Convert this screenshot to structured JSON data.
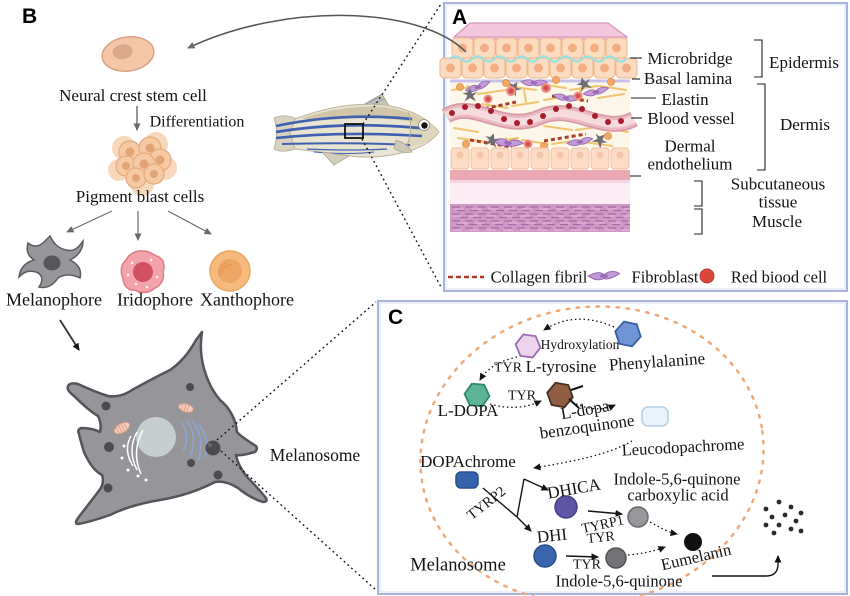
{
  "panel_a": {
    "letter": "A",
    "labels": {
      "microbridge": "Microbridge",
      "basal_lamina": "Basal lamina",
      "epidermis": "Epidermis",
      "elastin": "Elastin",
      "blood_vessel": "Blood vessel",
      "dermal_endothelium": "Dermal endothelium",
      "dermis": "Dermis",
      "subcutaneous_tissue": "Subcutaneous tissue",
      "muscle": "Muscle"
    },
    "legend": {
      "collagen_fibril": "Collagen fibril",
      "fibroblast": "Fibroblast",
      "red_blood_cell": "Red biood cell"
    }
  },
  "panel_b": {
    "letter": "B",
    "neural_crest_stem_cell": "Neural crest stem cell",
    "differentiation": "Differentiation",
    "pigment_blast_cells": "Pigment blast cells",
    "melanophore": "Melanophore",
    "iridophore": "Iridophore",
    "xanthophore": "Xanthophore",
    "melanosome": "Melanosome"
  },
  "panel_c": {
    "letter": "C",
    "phenylalanine": "Phenylalanine",
    "hydroxylation": "Hydroxylation",
    "l_tyrosine": "L-tyrosine",
    "tyr": "TYR",
    "l_dopa": "L-DOPA",
    "l_dopa_benzoquinone_1": "L-dopa",
    "l_dopa_benzoquinone_2": "benzoquinone",
    "leucodopachrome": "Leucodopachrome",
    "dopachrome": "DOPAchrome",
    "tyrp2": "TYRP2",
    "dhica": "DHICA",
    "indole_quinone_ca_1": "Indole-5,6-quinone",
    "indole_quinone_ca_2": "carboxylic acid",
    "tyrp1": "TYRP1",
    "dhi": "DHI",
    "indole_quinone": "Indole-5,6-quinone",
    "eumelanin": "Eumelanin",
    "melanosome": "Melanosome"
  },
  "colors": {
    "panel-border": "#a9b4da",
    "pathway-circle": "#f0a878",
    "phenylalanine": "#6f95d6",
    "tyrosine": "#eed3ec",
    "ldopa": "#5cb396",
    "benzoquinone": "#8f5e43",
    "leucodopachrome": "#eaf3fb",
    "dopachrome": "#3462ac",
    "dhica": "#5d55a4",
    "dhi": "#3a66ae",
    "quinone-ca": "#97979c",
    "quinone": "#737377",
    "eumelanin": "#111111",
    "melanophore": "#96969a",
    "iridophore": "#f3a3ab",
    "xanthophore": "#f6ba7c",
    "stem-cell": "#f3c6a7",
    "fish-stripe": "#3e61b2",
    "collagen": "#b03a28",
    "fibroblast": "#c49ad8",
    "red-cell": "#d8463c"
  }
}
